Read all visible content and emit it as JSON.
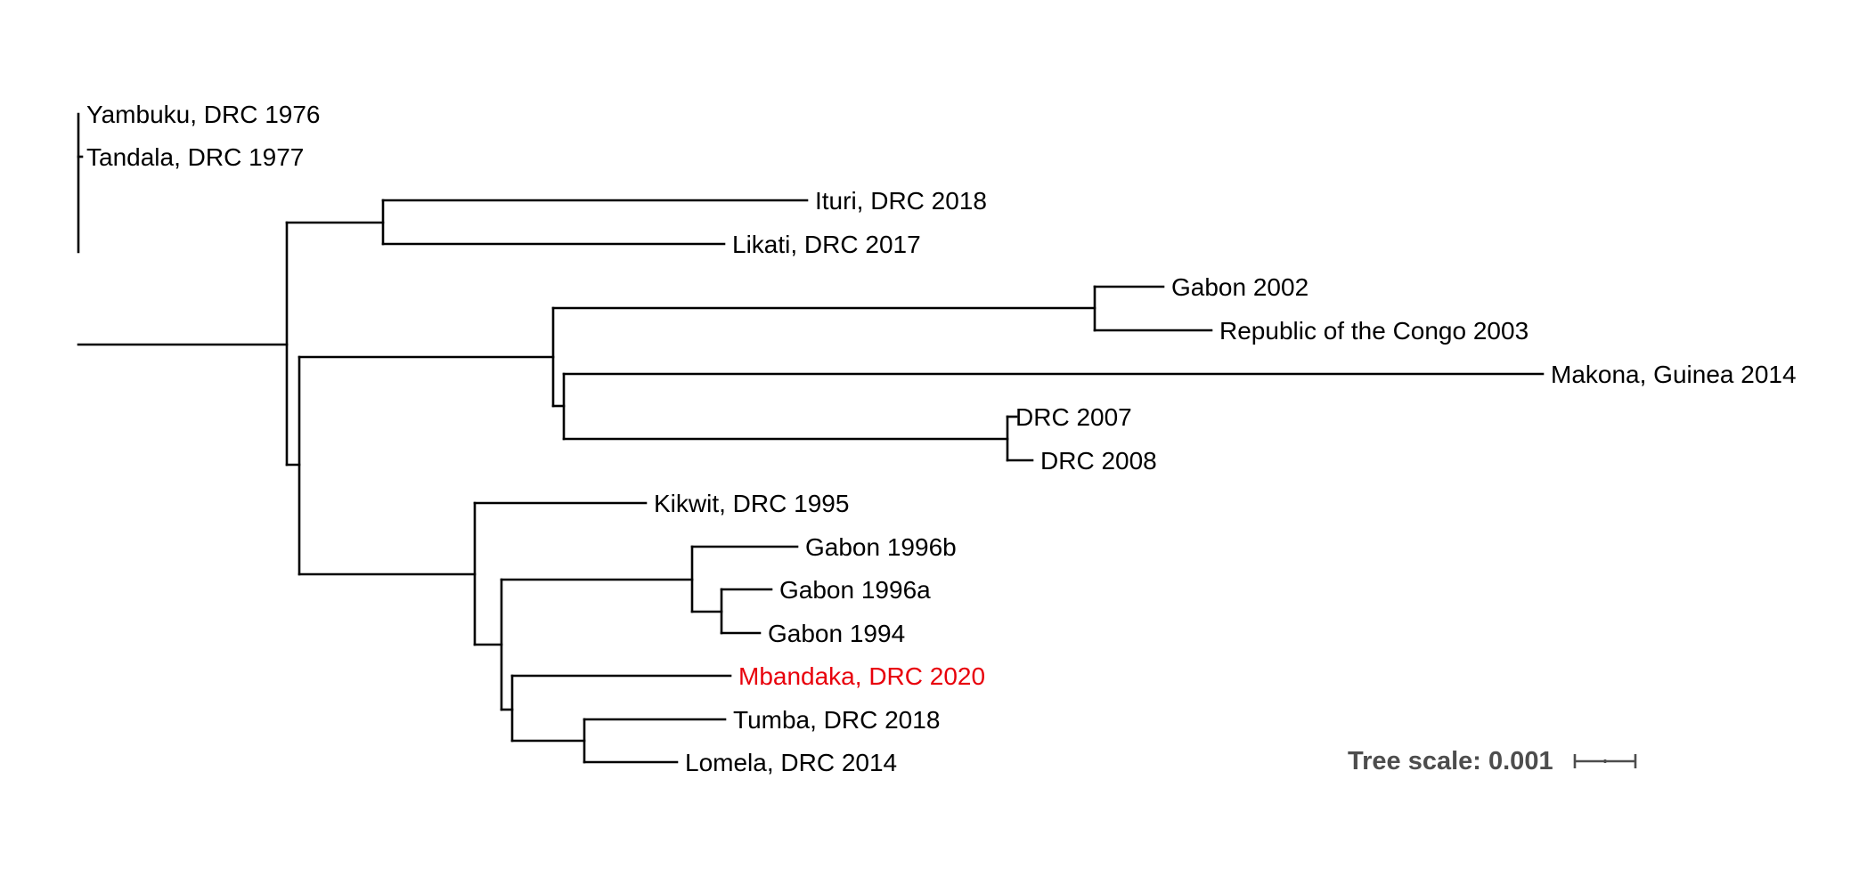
{
  "tree": {
    "highlight_color": "#e8000b",
    "branch_color": "#000000",
    "leaves": [
      {
        "id": "yambuku",
        "label": "Yambuku, DRC 1976"
      },
      {
        "id": "tandala",
        "label": "Tandala, DRC 1977"
      },
      {
        "id": "ituri",
        "label": "Ituri, DRC 2018"
      },
      {
        "id": "likati",
        "label": "Likati, DRC 2017"
      },
      {
        "id": "gabon2002",
        "label": "Gabon 2002"
      },
      {
        "id": "congo2003",
        "label": "Republic of the Congo 2003"
      },
      {
        "id": "makona",
        "label": "Makona, Guinea 2014"
      },
      {
        "id": "drc2007",
        "label": "DRC 2007"
      },
      {
        "id": "drc2008",
        "label": "DRC 2008"
      },
      {
        "id": "kikwit",
        "label": "Kikwit, DRC 1995"
      },
      {
        "id": "gabon1996b",
        "label": "Gabon 1996b"
      },
      {
        "id": "gabon1996a",
        "label": "Gabon 1996a"
      },
      {
        "id": "gabon1994",
        "label": "Gabon 1994"
      },
      {
        "id": "mbandaka",
        "label": "Mbandaka, DRC 2020",
        "highlight": true
      },
      {
        "id": "tumba",
        "label": "Tumba, DRC 2018"
      },
      {
        "id": "lomela",
        "label": "Lomela, DRC 2014"
      }
    ]
  },
  "scale": {
    "label": "Tree scale: 0.001",
    "value": 0.001,
    "color": "#4d4d4d"
  }
}
